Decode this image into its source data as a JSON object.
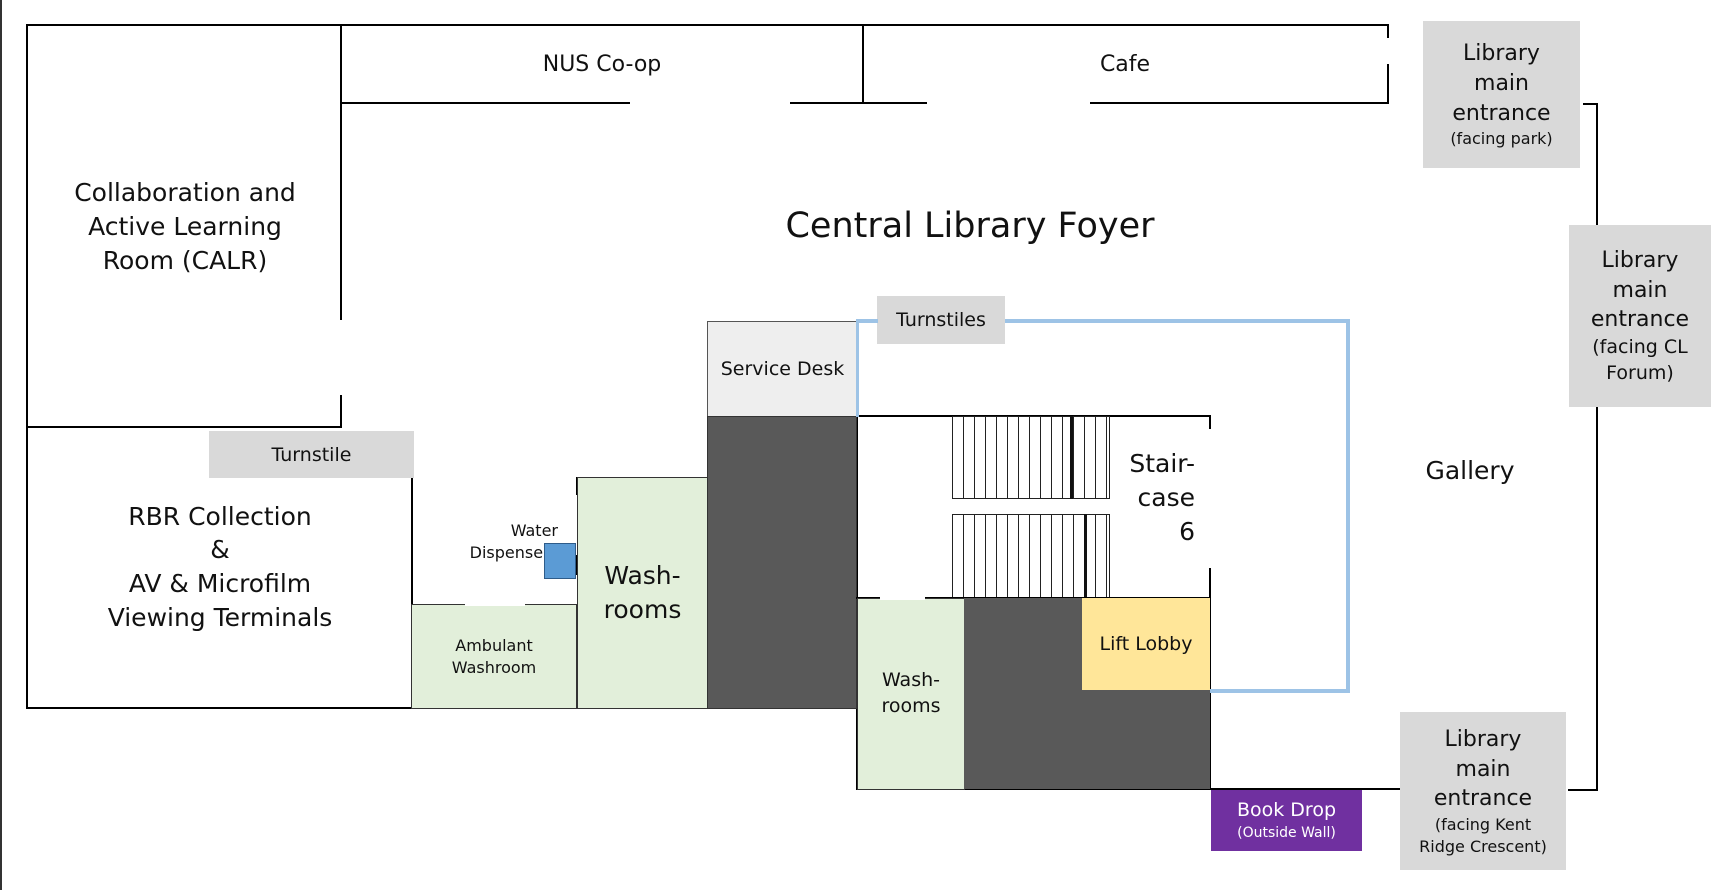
{
  "map": {
    "foyer_title": "Central Library Foyer",
    "coop": "NUS Co-op",
    "cafe": "Cafe",
    "calr": [
      "Collaboration and",
      "Active Learning",
      "Room (CALR)"
    ],
    "turnstile": "Turnstile",
    "turnstiles": "Turnstiles",
    "rbr": [
      "RBR Collection",
      "&",
      "AV & Microfilm",
      "Viewing Terminals"
    ],
    "water": [
      "Water",
      "Dispensers"
    ],
    "ambulant": [
      "Ambulant",
      "Washroom"
    ],
    "washrooms_left": [
      "Wash-",
      "rooms"
    ],
    "washrooms_right": [
      "Wash-",
      "rooms"
    ],
    "service_desk": "Service Desk",
    "staircase": [
      "Stair-",
      "case",
      "6"
    ],
    "lift_lobby": "Lift Lobby",
    "gallery": "Gallery",
    "book_drop": {
      "title": "Book Drop",
      "sub": "(Outside Wall)"
    },
    "entrance_park": {
      "lines": [
        "Library",
        "main",
        "entrance"
      ],
      "sub": "(facing park)"
    },
    "entrance_forum": {
      "lines": [
        "Library",
        "main",
        "entrance"
      ],
      "sub": [
        "(facing CL",
        "Forum)"
      ]
    },
    "entrance_kent": {
      "lines": [
        "Library",
        "main",
        "entrance"
      ],
      "sub": [
        "(facing Kent",
        "Ridge Crescent)"
      ]
    },
    "colors": {
      "shelf_gray": "#d9d9d9",
      "dark_block": "#595959",
      "washroom_green": "#e2efda",
      "lift_yellow": "#ffe699",
      "book_drop_purple": "#7030a0",
      "water_blue": "#5b9bd5",
      "turnstile_line_blue": "#9dc3e6"
    }
  }
}
